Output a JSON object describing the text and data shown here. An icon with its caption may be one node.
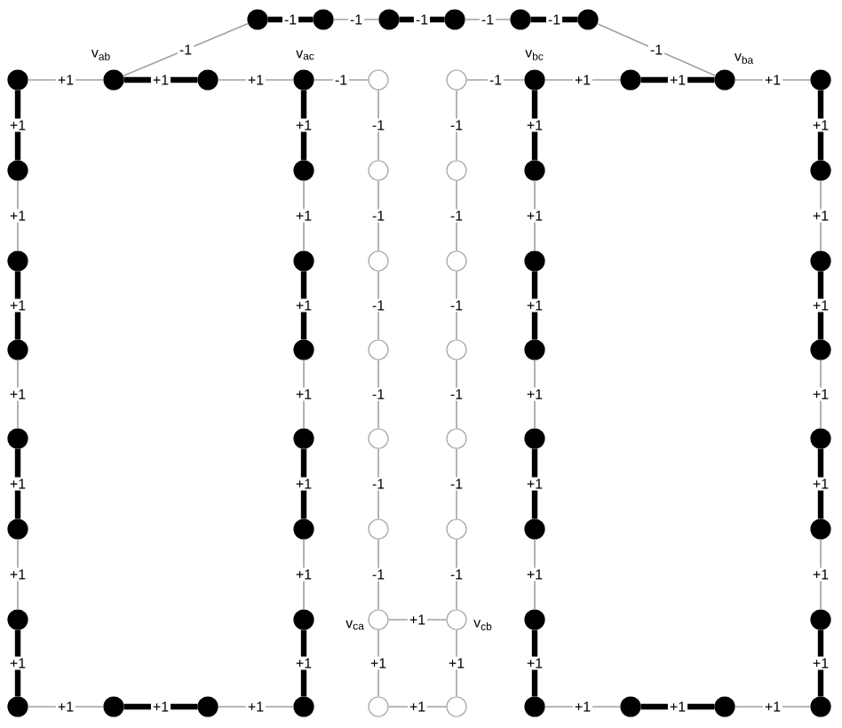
{
  "diagram": {
    "nodes": [
      {
        "text": [],
        "shape": "dot"
      },
      {
        "text": [],
        "shape": "dot"
      },
      {
        "text": [],
        "shape": "dot"
      },
      {
        "text": [],
        "shape": "dot"
      },
      {
        "text": [],
        "shape": "dot"
      },
      {
        "text": [],
        "shape": "dot"
      },
      {
        "text": [],
        "shape": "dot"
      },
      {
        "text": [],
        "shape": "dot",
        "beside": [
          "v$_{ab}$"
        ]
      },
      {
        "text": [],
        "shape": "dot"
      },
      {
        "text": [],
        "shape": "dot",
        "beside": [
          "v$_{ac}$"
        ]
      },
      {
        "text": [],
        "shape": "circle"
      },
      {
        "text": [],
        "shape": "circle"
      },
      {
        "text": [],
        "shape": "dot",
        "beside": [
          "v$_{bc}$"
        ]
      },
      {
        "text": [],
        "shape": "dot"
      },
      {
        "text": [],
        "shape": "dot",
        "beside": [
          "v$_{ba}$"
        ]
      },
      {
        "text": [],
        "shape": "dot"
      },
      {
        "text": [],
        "shape": "dot"
      },
      {
        "text": [],
        "shape": "dot"
      },
      {
        "text": [],
        "shape": "circle"
      },
      {
        "text": [],
        "shape": "circle"
      },
      {
        "text": [],
        "shape": "dot"
      },
      {
        "text": [],
        "shape": "dot"
      },
      {
        "text": [],
        "shape": "dot"
      },
      {
        "text": [],
        "shape": "dot"
      },
      {
        "text": [],
        "shape": "circle"
      },
      {
        "text": [],
        "shape": "circle"
      },
      {
        "text": [],
        "shape": "dot"
      },
      {
        "text": [],
        "shape": "dot"
      },
      {
        "text": [],
        "shape": "dot"
      },
      {
        "text": [],
        "shape": "dot"
      },
      {
        "text": [],
        "shape": "circle"
      },
      {
        "text": [],
        "shape": "circle"
      },
      {
        "text": [],
        "shape": "dot"
      },
      {
        "text": [],
        "shape": "dot"
      },
      {
        "text": [],
        "shape": "dot"
      },
      {
        "text": [],
        "shape": "dot"
      },
      {
        "text": [],
        "shape": "circle"
      },
      {
        "text": [],
        "shape": "circle"
      },
      {
        "text": [],
        "shape": "dot"
      },
      {
        "text": [],
        "shape": "dot"
      },
      {
        "text": [],
        "shape": "dot"
      },
      {
        "text": [],
        "shape": "dot"
      },
      {
        "text": [],
        "shape": "circle"
      },
      {
        "text": [],
        "shape": "circle"
      },
      {
        "text": [],
        "shape": "dot"
      },
      {
        "text": [],
        "shape": "dot"
      },
      {
        "text": [],
        "shape": "dot"
      },
      {
        "text": [],
        "shape": "dot"
      },
      {
        "text": [],
        "shape": "circle",
        "beside": [
          "v$_{ca}$"
        ]
      },
      {
        "text": [],
        "shape": "circle",
        "beside": [
          "v$_{cb}$"
        ]
      },
      {
        "text": [],
        "shape": "dot"
      },
      {
        "text": [],
        "shape": "dot"
      },
      {
        "text": [],
        "shape": "dot"
      },
      {
        "text": [],
        "shape": "dot"
      },
      {
        "text": [],
        "shape": "dot"
      },
      {
        "text": [],
        "shape": "dot"
      },
      {
        "text": [],
        "shape": "circle"
      },
      {
        "text": [],
        "shape": "circle"
      },
      {
        "text": [],
        "shape": "dot"
      },
      {
        "text": [],
        "shape": "dot"
      },
      {
        "text": [],
        "shape": "dot"
      },
      {
        "text": [],
        "shape": "dot"
      }
    ],
    "edges": [
      {
        "from": 7,
        "to": 0,
        "arrow": "none",
        "label": "-1"
      },
      {
        "from": 0,
        "to": 1,
        "arrow": "none",
        "label": "-1",
        "style": "thick",
        "color": "#000000"
      },
      {
        "from": 1,
        "to": 2,
        "arrow": "none",
        "label": "-1"
      },
      {
        "from": 2,
        "to": 3,
        "arrow": "none",
        "label": "-1",
        "style": "thick",
        "color": "#000000"
      },
      {
        "from": 3,
        "to": 4,
        "arrow": "none",
        "label": "-1"
      },
      {
        "from": 4,
        "to": 5,
        "arrow": "none",
        "label": "-1",
        "style": "thick",
        "color": "#000000"
      },
      {
        "from": 5,
        "to": 14,
        "arrow": "none",
        "label": "-1"
      },
      {
        "from": 6,
        "to": 7,
        "arrow": "none",
        "label": "+1"
      },
      {
        "from": 7,
        "to": 8,
        "arrow": "none",
        "label": "+1",
        "style": "thick",
        "color": "#000000"
      },
      {
        "from": 8,
        "to": 9,
        "arrow": "none",
        "label": "+1"
      },
      {
        "from": 9,
        "to": 10,
        "arrow": "none",
        "label": "-1"
      },
      {
        "from": 11,
        "to": 12,
        "arrow": "none",
        "label": "-1"
      },
      {
        "from": 12,
        "to": 13,
        "arrow": "none",
        "label": "+1"
      },
      {
        "from": 13,
        "to": 14,
        "arrow": "none",
        "label": "+1",
        "style": "thick",
        "color": "#000000"
      },
      {
        "from": 14,
        "to": 15,
        "arrow": "none",
        "label": "+1"
      },
      {
        "from": 6,
        "to": 16,
        "arrow": "none",
        "label": "+1",
        "style": "thick",
        "color": "#000000"
      },
      {
        "from": 16,
        "to": 22,
        "arrow": "none",
        "label": "+1"
      },
      {
        "from": 22,
        "to": 28,
        "arrow": "none",
        "label": "+1",
        "style": "thick",
        "color": "#000000"
      },
      {
        "from": 28,
        "to": 34,
        "arrow": "none",
        "label": "+1"
      },
      {
        "from": 34,
        "to": 40,
        "arrow": "none",
        "label": "+1",
        "style": "thick",
        "color": "#000000"
      },
      {
        "from": 40,
        "to": 46,
        "arrow": "none",
        "label": "+1"
      },
      {
        "from": 46,
        "to": 52,
        "arrow": "none",
        "label": "+1",
        "style": "thick",
        "color": "#000000"
      },
      {
        "from": 9,
        "to": 17,
        "arrow": "none",
        "label": "+1",
        "style": "thick",
        "color": "#000000"
      },
      {
        "from": 17,
        "to": 23,
        "arrow": "none",
        "label": "+1"
      },
      {
        "from": 23,
        "to": 29,
        "arrow": "none",
        "label": "+1",
        "style": "thick",
        "color": "#000000"
      },
      {
        "from": 29,
        "to": 35,
        "arrow": "none",
        "label": "+1"
      },
      {
        "from": 35,
        "to": 41,
        "arrow": "none",
        "label": "+1",
        "style": "thick",
        "color": "#000000"
      },
      {
        "from": 41,
        "to": 47,
        "arrow": "none",
        "label": "+1"
      },
      {
        "from": 47,
        "to": 55,
        "arrow": "none",
        "label": "+1",
        "style": "thick",
        "color": "#000000"
      },
      {
        "from": 10,
        "to": 18,
        "arrow": "none",
        "label": "-1"
      },
      {
        "from": 18,
        "to": 24,
        "arrow": "none",
        "label": "-1"
      },
      {
        "from": 24,
        "to": 30,
        "arrow": "none",
        "label": "-1"
      },
      {
        "from": 30,
        "to": 36,
        "arrow": "none",
        "label": "-1"
      },
      {
        "from": 36,
        "to": 42,
        "arrow": "none",
        "label": "-1"
      },
      {
        "from": 42,
        "to": 48,
        "arrow": "none",
        "label": "-1"
      },
      {
        "from": 48,
        "to": 56,
        "arrow": "none",
        "label": "+1"
      },
      {
        "from": 11,
        "to": 19,
        "arrow": "none",
        "label": "-1"
      },
      {
        "from": 19,
        "to": 25,
        "arrow": "none",
        "label": "-1"
      },
      {
        "from": 25,
        "to": 31,
        "arrow": "none",
        "label": "-1"
      },
      {
        "from": 31,
        "to": 37,
        "arrow": "none",
        "label": "-1"
      },
      {
        "from": 37,
        "to": 43,
        "arrow": "none",
        "label": "-1"
      },
      {
        "from": 43,
        "to": 49,
        "arrow": "none",
        "label": "-1"
      },
      {
        "from": 49,
        "to": 57,
        "arrow": "none",
        "label": "+1"
      },
      {
        "from": 12,
        "to": 20,
        "arrow": "none",
        "label": "+1",
        "style": "thick",
        "color": "#000000"
      },
      {
        "from": 20,
        "to": 26,
        "arrow": "none",
        "label": "+1"
      },
      {
        "from": 26,
        "to": 32,
        "arrow": "none",
        "label": "+1",
        "style": "thick",
        "color": "#000000"
      },
      {
        "from": 32,
        "to": 38,
        "arrow": "none",
        "label": "+1"
      },
      {
        "from": 38,
        "to": 44,
        "arrow": "none",
        "label": "+1",
        "style": "thick",
        "color": "#000000"
      },
      {
        "from": 44,
        "to": 50,
        "arrow": "none",
        "label": "+1"
      },
      {
        "from": 50,
        "to": 58,
        "arrow": "none",
        "label": "+1",
        "style": "thick",
        "color": "#000000"
      },
      {
        "from": 15,
        "to": 21,
        "arrow": "none",
        "label": "+1",
        "style": "thick",
        "color": "#000000"
      },
      {
        "from": 21,
        "to": 27,
        "arrow": "none",
        "label": "+1"
      },
      {
        "from": 27,
        "to": 33,
        "arrow": "none",
        "label": "+1",
        "style": "thick",
        "color": "#000000"
      },
      {
        "from": 33,
        "to": 39,
        "arrow": "none",
        "label": "+1"
      },
      {
        "from": 39,
        "to": 45,
        "arrow": "none",
        "label": "+1",
        "style": "thick",
        "color": "#000000"
      },
      {
        "from": 45,
        "to": 51,
        "arrow": "none",
        "label": "+1"
      },
      {
        "from": 51,
        "to": 61,
        "arrow": "none",
        "label": "+1",
        "style": "thick",
        "color": "#000000"
      },
      {
        "from": 48,
        "to": 49,
        "arrow": "none",
        "label": "+1"
      },
      {
        "from": 52,
        "to": 53,
        "arrow": "none",
        "label": "+1"
      },
      {
        "from": 53,
        "to": 54,
        "arrow": "none",
        "label": "+1",
        "style": "thick",
        "color": "#000000"
      },
      {
        "from": 54,
        "to": 55,
        "arrow": "none",
        "label": "+1"
      },
      {
        "from": 56,
        "to": 57,
        "arrow": "none",
        "label": "+1"
      },
      {
        "from": 58,
        "to": 59,
        "arrow": "none",
        "label": "+1"
      },
      {
        "from": 59,
        "to": 60,
        "arrow": "none",
        "label": "+1",
        "style": "thick",
        "color": "#000000"
      },
      {
        "from": 60,
        "to": 61,
        "arrow": "none",
        "label": "+1"
      }
    ]
  }
}
